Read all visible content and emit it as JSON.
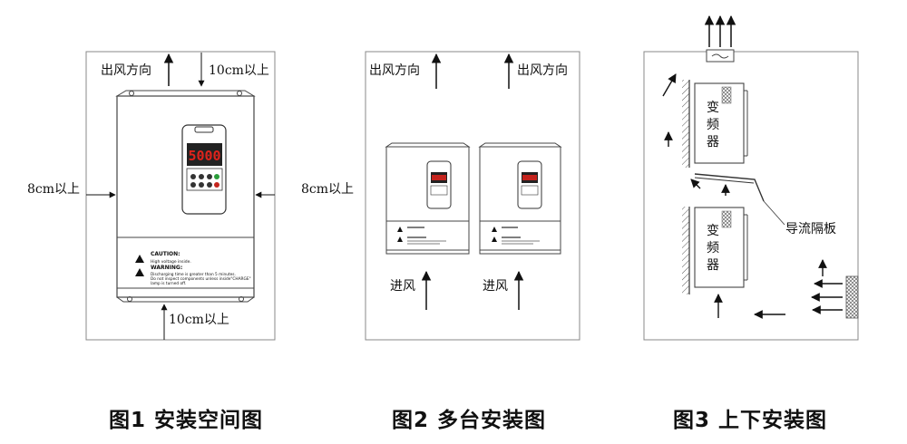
{
  "figure1": {
    "air_out": "出风方向",
    "top_gap": "10cm以上",
    "left_gap": "8cm以上",
    "right_gap": "8cm以上",
    "bottom_gap": "10cm以上",
    "display": "5000",
    "label_caution": "CAUTION:",
    "label_caution_text": "High voltage inside.",
    "label_warning": "WARNING:",
    "label_warning_text1": "Discharging time is greater than 5 minutes.",
    "label_warning_text2": "Do not inspect components unless inside\"CHARGE\"",
    "label_warning_text3": "lamp is turned off.",
    "caption": "图1 安装空间图"
  },
  "figure2": {
    "air_out_left": "出风方向",
    "air_out_right": "出风方向",
    "air_in_left": "进风",
    "air_in_right": "进风",
    "caption": "图2 多台安装图"
  },
  "figure3": {
    "unit_top_label": [
      "变",
      "频",
      "器"
    ],
    "unit_bottom_label": [
      "变",
      "频",
      "器"
    ],
    "baffle_label": "导流隔板",
    "caption": "图3 上下安装图"
  },
  "colors": {
    "line": "#333333",
    "display_bg": "#222222",
    "display_red": "#e0231c",
    "green_led": "#2a9d3a",
    "red_led": "#c4251d"
  }
}
